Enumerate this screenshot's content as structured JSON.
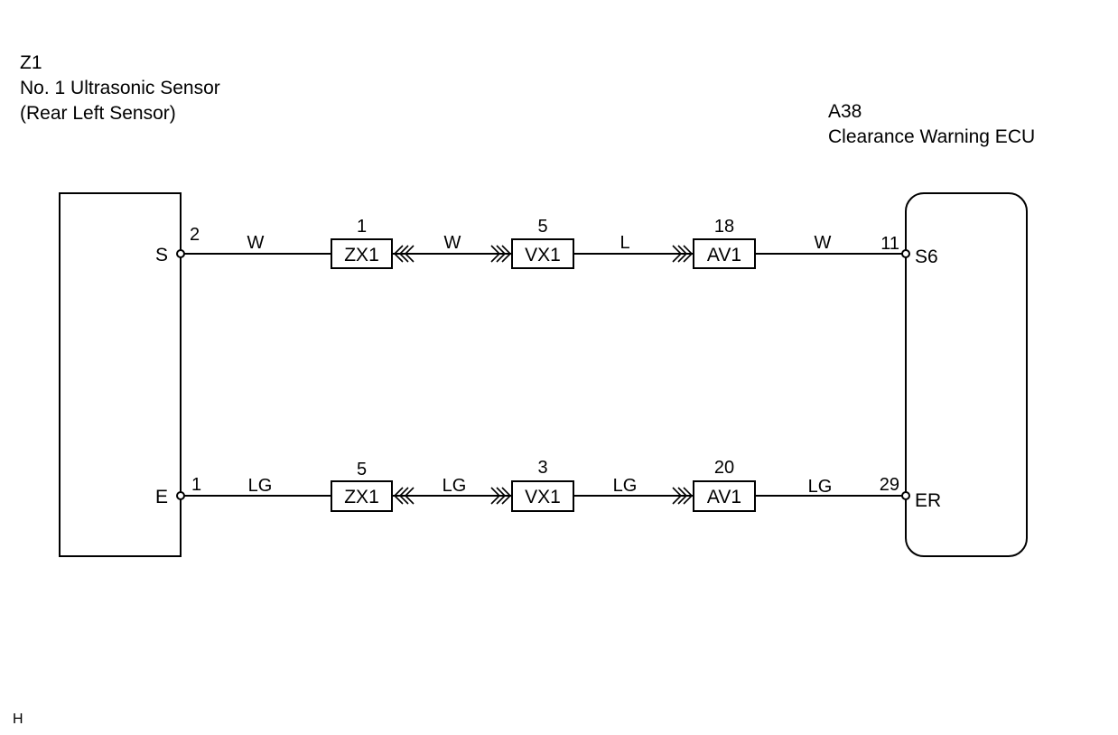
{
  "left_component": {
    "code": "Z1",
    "name": "No. 1 Ultrasonic Sensor",
    "subtitle": "(Rear Left Sensor)",
    "terminals": [
      {
        "name": "S",
        "pin": "2"
      },
      {
        "name": "E",
        "pin": "1"
      }
    ]
  },
  "right_component": {
    "code": "A38",
    "name": "Clearance Warning ECU",
    "terminals": [
      {
        "name": "S6",
        "pin": "11"
      },
      {
        "name": "ER",
        "pin": "29"
      }
    ]
  },
  "circuits": [
    {
      "wire_colors": [
        "W",
        "W",
        "L",
        "W"
      ],
      "connectors": [
        {
          "name": "ZX1",
          "pin": "1"
        },
        {
          "name": "VX1",
          "pin": "5"
        },
        {
          "name": "AV1",
          "pin": "18"
        }
      ]
    },
    {
      "wire_colors": [
        "LG",
        "LG",
        "LG",
        "LG"
      ],
      "connectors": [
        {
          "name": "ZX1",
          "pin": "5"
        },
        {
          "name": "VX1",
          "pin": "3"
        },
        {
          "name": "AV1",
          "pin": "20"
        }
      ]
    }
  ],
  "footer_code": "H"
}
